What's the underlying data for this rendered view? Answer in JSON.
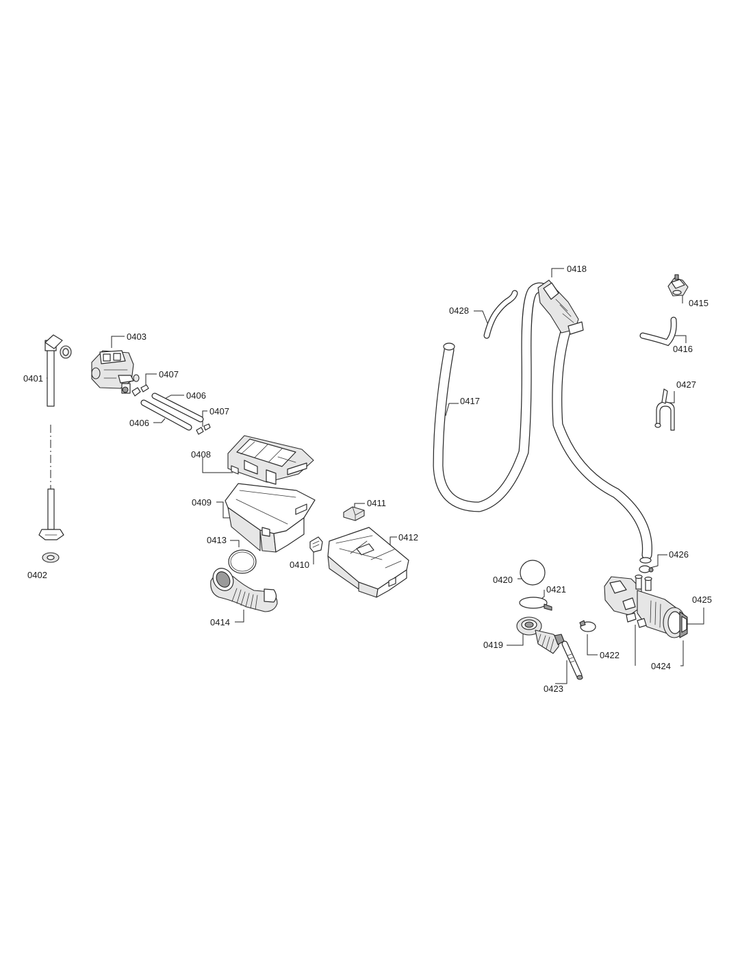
{
  "parts": [
    {
      "id": "p0401",
      "label": "0401"
    },
    {
      "id": "p0402",
      "label": "0402"
    },
    {
      "id": "p0403",
      "label": "0403"
    },
    {
      "id": "p0406a",
      "label": "0406"
    },
    {
      "id": "p0406b",
      "label": "0406"
    },
    {
      "id": "p0407a",
      "label": "0407"
    },
    {
      "id": "p0407b",
      "label": "0407"
    },
    {
      "id": "p0408",
      "label": "0408"
    },
    {
      "id": "p0409",
      "label": "0409"
    },
    {
      "id": "p0410",
      "label": "0410"
    },
    {
      "id": "p0411",
      "label": "0411"
    },
    {
      "id": "p0412",
      "label": "0412"
    },
    {
      "id": "p0413",
      "label": "0413"
    },
    {
      "id": "p0414",
      "label": "0414"
    },
    {
      "id": "p0415",
      "label": "0415"
    },
    {
      "id": "p0416",
      "label": "0416"
    },
    {
      "id": "p0417",
      "label": "0417"
    },
    {
      "id": "p0418",
      "label": "0418"
    },
    {
      "id": "p0419",
      "label": "0419"
    },
    {
      "id": "p0420",
      "label": "0420"
    },
    {
      "id": "p0421",
      "label": "0421"
    },
    {
      "id": "p0422",
      "label": "0422"
    },
    {
      "id": "p0423",
      "label": "0423"
    },
    {
      "id": "p0424",
      "label": "0424"
    },
    {
      "id": "p0425",
      "label": "0425"
    },
    {
      "id": "p0426",
      "label": "0426"
    },
    {
      "id": "p0427",
      "label": "0427"
    },
    {
      "id": "p0428",
      "label": "0428"
    }
  ]
}
